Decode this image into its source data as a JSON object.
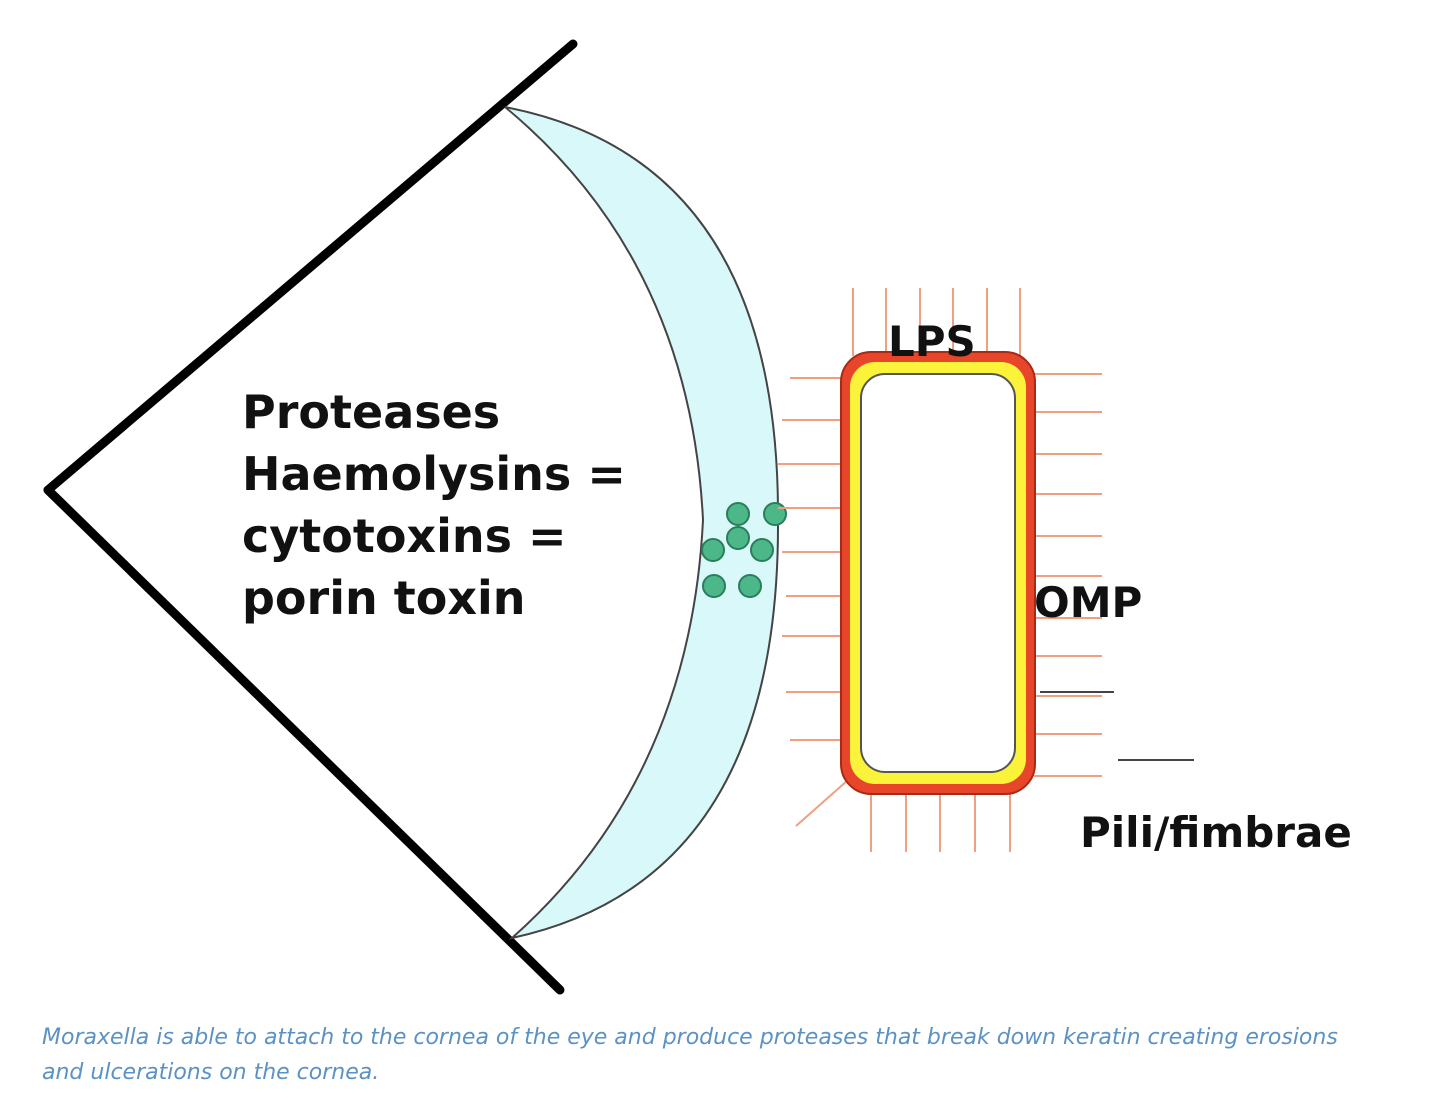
{
  "labels": {
    "toxin_lines": [
      "Proteases",
      "Haemolysins =",
      "cytotoxins =",
      "porin toxin"
    ],
    "lps": "LPS",
    "omp": "OMP",
    "pili": "Pili/fimbrae"
  },
  "caption": "Moraxella is able to attach to the cornea of the eye and produce proteases that break down keratin creating erosions and ulcerations on the cornea.",
  "colors": {
    "cornea_fill": "#d8f8fa",
    "cell_outer": "#e8462a",
    "cell_middle": "#fbf23a",
    "cell_inner": "#ffffff",
    "pili": "#f0a080",
    "toxin_dots": "#4cb88a",
    "caption": "#5b92c4"
  }
}
